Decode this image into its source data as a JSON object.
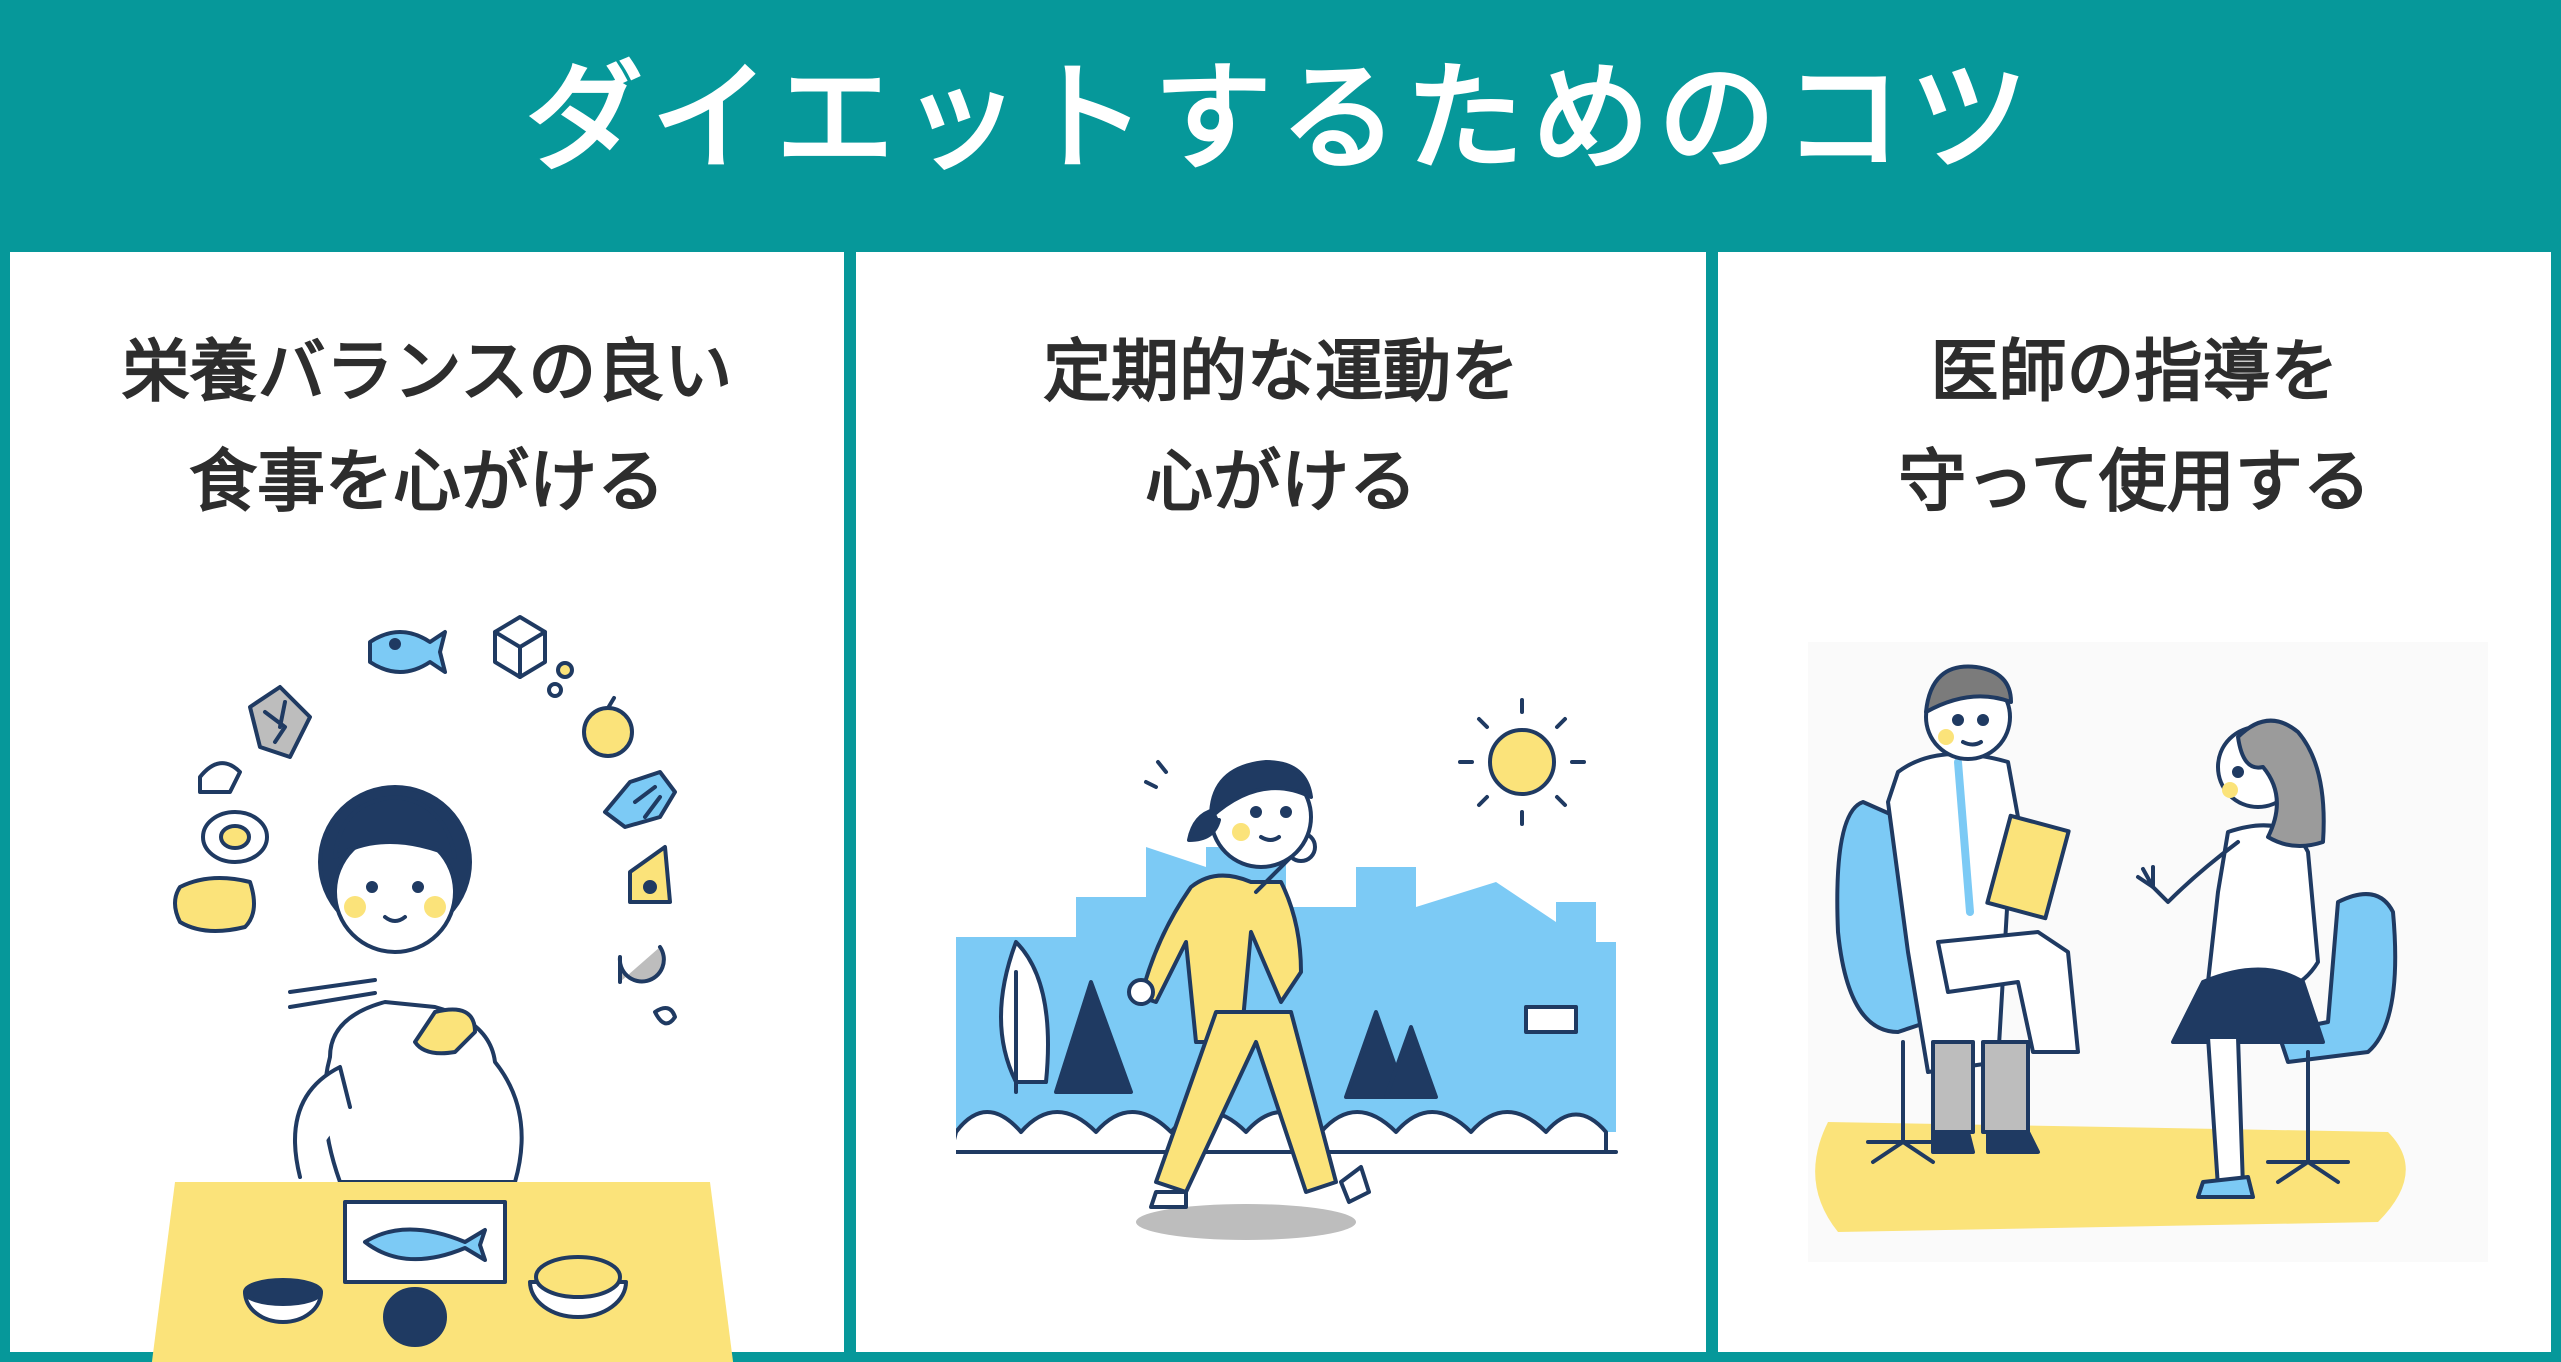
{
  "header": {
    "title": "ダイエットするためのコツ"
  },
  "cards": [
    {
      "line1": "栄養バランスの良い",
      "line2": "食事を心がける",
      "icon": "healthy-meal-illustration"
    },
    {
      "line1": "定期的な運動を",
      "line2": "心がける",
      "icon": "walking-exercise-illustration"
    },
    {
      "line1": "医師の指導を",
      "line2": "守って使用する",
      "icon": "doctor-consultation-illustration"
    }
  ],
  "colors": {
    "teal": "#06989a",
    "yellow": "#fbe37a",
    "light_blue": "#7ccaf5",
    "navy": "#1f3a62",
    "gray": "#bdbdbd",
    "text": "#2d2d2d"
  }
}
